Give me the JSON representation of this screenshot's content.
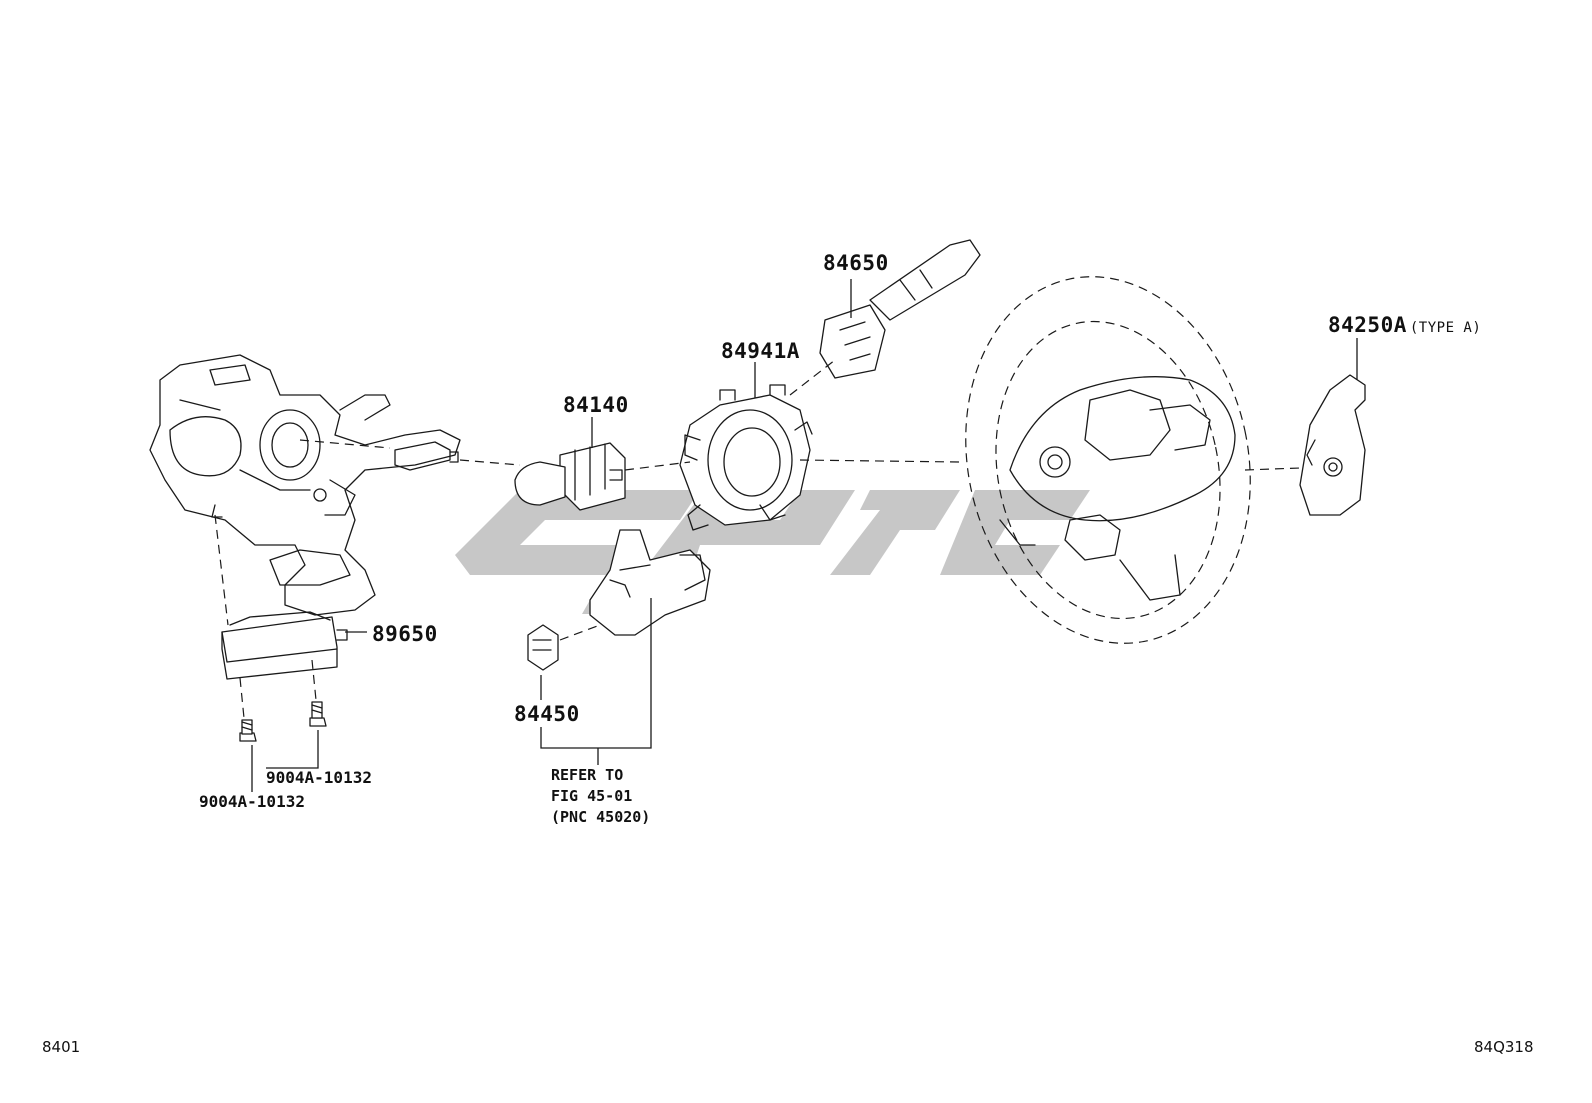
{
  "parts": {
    "p84650": "84650",
    "p84941A": "84941A",
    "p84140": "84140",
    "p84250A": "84250A",
    "p84250A_note": "(TYPE A)",
    "p89650": "89650",
    "p84450": "84450",
    "bolt_right": "9004A-10132",
    "bolt_left": "9004A-10132"
  },
  "refer_note": "REFER TO\nFIG 45-01\n(PNC 45020)",
  "footer": {
    "left_code": "8401",
    "right_code": "84Q318"
  },
  "colors": {
    "line": "#1a1a1a",
    "watermark": "#bdbdbd"
  }
}
